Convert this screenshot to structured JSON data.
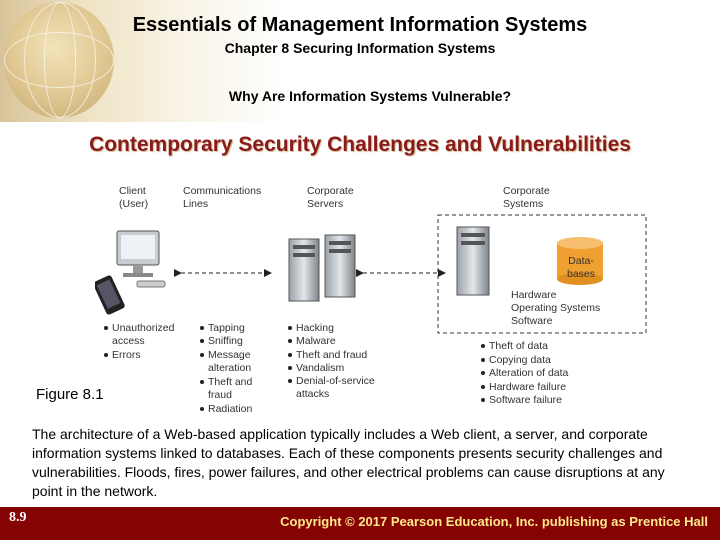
{
  "header": {
    "title": "Essentials of Management Information Systems",
    "subtitle": "Chapter 8 Securing Information Systems",
    "section": "Why Are Information Systems Vulnerable?"
  },
  "heading": "Contemporary Security Challenges and Vulnerabilities",
  "figure": {
    "labels": {
      "client": "Client\n(User)",
      "comms": "Communications\nLines",
      "servers": "Corporate\nServers",
      "systems": "Corporate\nSystems",
      "databases": "Data-\nbases",
      "hw_os_sw": "Hardware\nOperating Systems\nSoftware"
    },
    "client_risks": [
      "Unauthorized\naccess",
      "Errors"
    ],
    "comms_risks": [
      "Tapping",
      "Sniffing",
      "Message\nalteration",
      "Theft and\nfraud",
      "Radiation"
    ],
    "server_risks": [
      "Hacking",
      "Malware",
      "Theft and fraud",
      "Vandalism",
      "Denial-of-service\nattacks"
    ],
    "system_risks": [
      "Theft of data",
      "Copying data",
      "Alteration of data",
      "Hardware failure",
      "Software failure"
    ],
    "label": "Figure 8.1"
  },
  "caption": "The architecture of a Web-based application typically includes a Web client, a server, and corporate information systems linked to databases. Each of these components presents security challenges and vulnerabilities. Floods, fires, power failures, and other electrical problems can cause disruptions at any point in the network.",
  "footer": {
    "page": "8.9",
    "copyright": "Copyright © 2017 Pearson Education, Inc. publishing as Prentice Hall"
  },
  "colors": {
    "heading": "#8b1a1a",
    "footer_bg": "#860303",
    "copyright_text": "#ffe98a",
    "database": "#f0a030"
  }
}
